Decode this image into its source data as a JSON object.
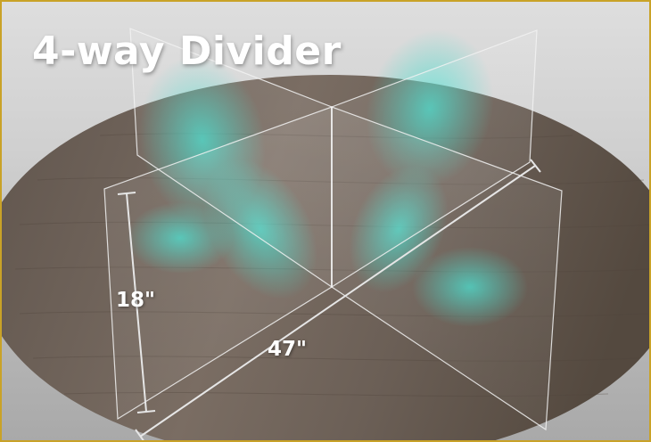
{
  "title": "4-way Divider",
  "dimensions": {
    "height": "18\"",
    "width": "47\""
  },
  "colors": {
    "frame_border": "#c9a227",
    "table_wood": "#6e6259",
    "panel_glow": "#3fe0cf"
  }
}
